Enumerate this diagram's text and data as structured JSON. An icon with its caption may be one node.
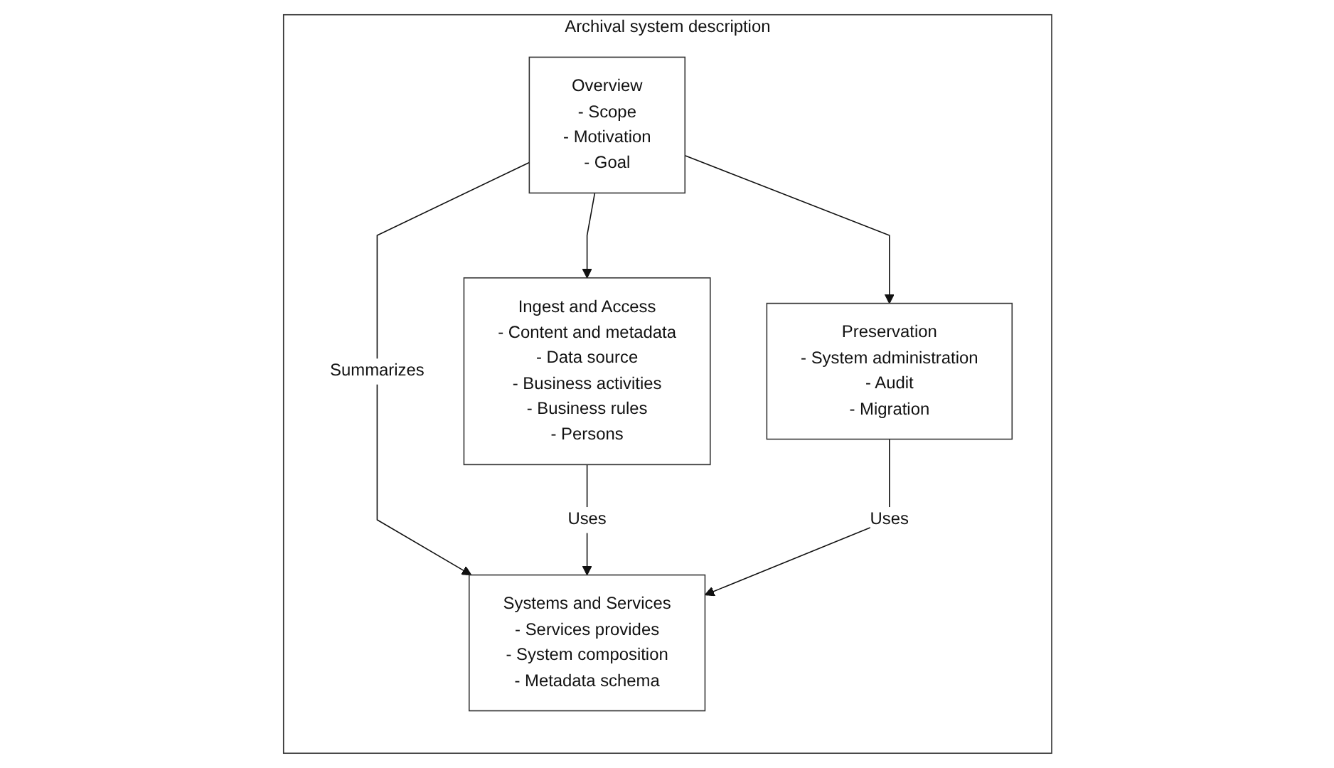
{
  "diagram": {
    "nodes": [
      {
        "text": [
          "Archival system description"
        ]
      },
      {
        "text": [
          "Overview",
          "- Scope",
          "- Motivation",
          "- Goal"
        ],
        "in": 0
      },
      {
        "text": [
          "Ingest and Access",
          "- Content and metadata",
          "- Data source",
          "- Business activities",
          "- Business rules",
          "- Persons"
        ],
        "in": 0
      },
      {
        "text": [
          "Systems and Services",
          "- Services provides",
          "- System composition",
          "- Metadata schema"
        ],
        "in": 0
      },
      {
        "text": [
          "Preservation",
          "- System administration",
          "- Audit",
          "- Migration"
        ],
        "in": 0
      }
    ],
    "edges": [
      {
        "from": 1,
        "to": 2,
        "arrow": "to"
      },
      {
        "from": 1,
        "to": 3,
        "arrow": "to",
        "label": "Summarizes"
      },
      {
        "from": 1,
        "to": 4,
        "arrow": "to"
      },
      {
        "from": 2,
        "to": 3,
        "arrow": "to",
        "label": "Uses"
      },
      {
        "from": 4,
        "to": 3,
        "arrow": "to",
        "label": "Uses"
      }
    ]
  }
}
